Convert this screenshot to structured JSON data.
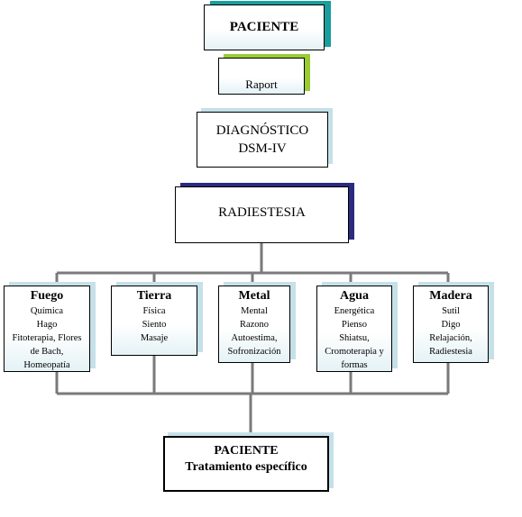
{
  "colors": {
    "teal": "#1a9d9d",
    "lime": "#99cc33",
    "light_blue": "#c5e0e8",
    "navy": "#2b2b7f",
    "connector": "#7a7a7a"
  },
  "nodes": {
    "paciente_top": "PACIENTE",
    "raport": "Raport",
    "diagnostico": [
      "DIAGNÓSTICO",
      "DSM-IV"
    ],
    "radiestesia": "RADIESTESIA",
    "final": [
      "PACIENTE",
      "Tratamiento específico"
    ]
  },
  "elements": [
    {
      "title": "Fuego",
      "lines": [
        "Química",
        "Hago",
        "Fitoterapia, Flores",
        "de Bach,",
        "Homeopatía"
      ]
    },
    {
      "title": "Tierra",
      "lines": [
        "Física",
        "Siento",
        "Masaje"
      ]
    },
    {
      "title": "Metal",
      "lines": [
        "Mental",
        "Razono",
        "Autoestima,",
        "Sofronización"
      ]
    },
    {
      "title": "Agua",
      "lines": [
        "Energética",
        "Pienso",
        "Shiatsu,",
        "Cromoterapia y",
        "formas"
      ]
    },
    {
      "title": "Madera",
      "lines": [
        "Sutil",
        "Digo",
        "Relajación,",
        "Radiestesia"
      ]
    }
  ]
}
